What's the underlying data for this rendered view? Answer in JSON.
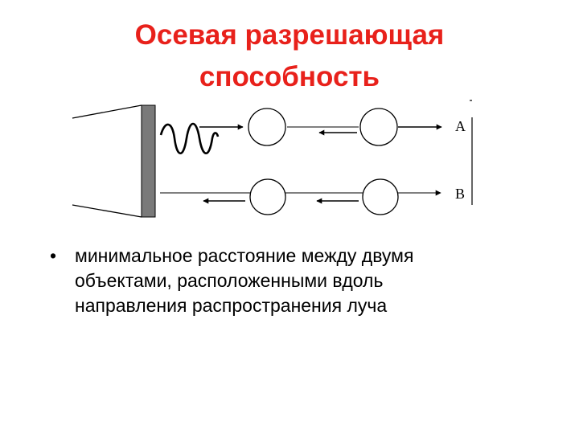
{
  "slide": {
    "title_lines": [
      "Осевая разрешающая",
      "способность"
    ],
    "bullet_mark": "•",
    "bullet_lines": [
      "минимальное расстояние между двумя",
      "объектами, расположенными вдоль",
      "направления распространения луча"
    ]
  },
  "diagram": {
    "labels": {
      "a": "A",
      "b": "B"
    }
  },
  "colors": {
    "title": "#e8211b",
    "text": "#000000",
    "transducer": "#7a7a7a"
  }
}
